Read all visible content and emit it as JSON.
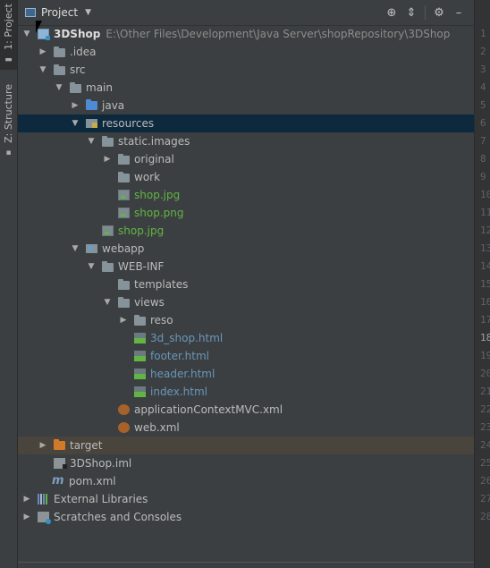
{
  "side_tabs": [
    {
      "label": "1: Project",
      "active": true
    },
    {
      "label": "Z: Structure",
      "active": false
    }
  ],
  "header": {
    "title": "Project",
    "tools": [
      "target-icon",
      "collapse-icon",
      "gear-icon",
      "minimize-icon"
    ]
  },
  "tree": [
    {
      "label": "3DShop",
      "path": "E:\\Other Files\\Development\\Java Server\\shopRepository\\3DShop",
      "icon": "module",
      "depth": 0,
      "state": "open",
      "style": "bold"
    },
    {
      "label": ".idea",
      "icon": "folder",
      "depth": 1,
      "state": "closed"
    },
    {
      "label": "src",
      "icon": "folder",
      "depth": 1,
      "state": "open"
    },
    {
      "label": "main",
      "icon": "folder",
      "depth": 2,
      "state": "open"
    },
    {
      "label": "java",
      "icon": "folder-src",
      "depth": 3,
      "state": "closed"
    },
    {
      "label": "resources",
      "icon": "folder-res",
      "depth": 3,
      "state": "open",
      "selected": true
    },
    {
      "label": "static.images",
      "icon": "folder",
      "depth": 4,
      "state": "open"
    },
    {
      "label": "original",
      "icon": "folder",
      "depth": 5,
      "state": "closed"
    },
    {
      "label": "work",
      "icon": "folder",
      "depth": 5,
      "state": "none"
    },
    {
      "label": "shop.jpg",
      "icon": "image",
      "depth": 5,
      "state": "none",
      "style": "green"
    },
    {
      "label": "shop.png",
      "icon": "image",
      "depth": 5,
      "state": "none",
      "style": "green"
    },
    {
      "label": "shop.jpg",
      "icon": "image",
      "depth": 4,
      "state": "none",
      "style": "green"
    },
    {
      "label": "webapp",
      "icon": "folder-web",
      "depth": 3,
      "state": "open"
    },
    {
      "label": "WEB-INF",
      "icon": "folder",
      "depth": 4,
      "state": "open"
    },
    {
      "label": "templates",
      "icon": "folder",
      "depth": 5,
      "state": "none"
    },
    {
      "label": "views",
      "icon": "folder",
      "depth": 5,
      "state": "open"
    },
    {
      "label": "reso",
      "icon": "folder",
      "depth": 6,
      "state": "closed"
    },
    {
      "label": "3d_shop.html",
      "icon": "html",
      "depth": 6,
      "state": "none",
      "style": "blue"
    },
    {
      "label": "footer.html",
      "icon": "html",
      "depth": 6,
      "state": "none",
      "style": "blue"
    },
    {
      "label": "header.html",
      "icon": "html",
      "depth": 6,
      "state": "none",
      "style": "blue"
    },
    {
      "label": "index.html",
      "icon": "html",
      "depth": 6,
      "state": "none",
      "style": "blue"
    },
    {
      "label": "applicationContextMVC.xml",
      "icon": "xml",
      "depth": 5,
      "state": "none"
    },
    {
      "label": "web.xml",
      "icon": "xml",
      "depth": 5,
      "state": "none"
    },
    {
      "label": "target",
      "icon": "folder-excl",
      "depth": 1,
      "state": "closed",
      "excluded": true
    },
    {
      "label": "3DShop.iml",
      "icon": "iml",
      "depth": 1,
      "state": "none"
    },
    {
      "label": "pom.xml",
      "icon": "maven",
      "depth": 1,
      "state": "none"
    },
    {
      "label": "External Libraries",
      "icon": "libs",
      "depth": 0,
      "state": "closed"
    },
    {
      "label": "Scratches and Consoles",
      "icon": "scratch",
      "depth": 0,
      "state": "closed"
    }
  ],
  "gutter_lines": [
    "1",
    "2",
    "3",
    "4",
    "5",
    "6",
    "7",
    "8",
    "9",
    "10",
    "11",
    "12",
    "13",
    "14",
    "15",
    "16",
    "17",
    "18",
    "19",
    "20",
    "21",
    "22",
    "23",
    "24",
    "25",
    "26",
    "27",
    "28"
  ],
  "gutter_current": "18"
}
